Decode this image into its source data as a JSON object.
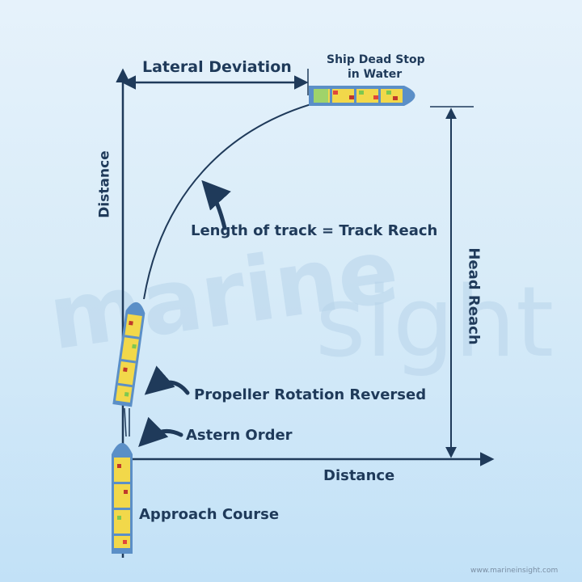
{
  "labels": {
    "lateral_deviation": "Lateral Deviation",
    "dead_stop_line1": "Ship Dead Stop",
    "dead_stop_line2": "in Water",
    "distance_vertical": "Distance",
    "distance_horizontal": "Distance",
    "track_reach": "Length of track = Track Reach",
    "head_reach": "Head Reach",
    "propeller_reversed": "Propeller Rotation Reversed",
    "astern_order": "Astern Order",
    "approach_course": "Approach Course"
  },
  "watermark": {
    "brand_part1": "marine",
    "brand_part2": "sight",
    "url": "www.marineinsight.com"
  },
  "colors": {
    "ink": "#1f3a5a",
    "background_top": "#e6f2fb",
    "background_bottom": "#c2e1f7",
    "ship_hull": "#5b8fc7"
  }
}
